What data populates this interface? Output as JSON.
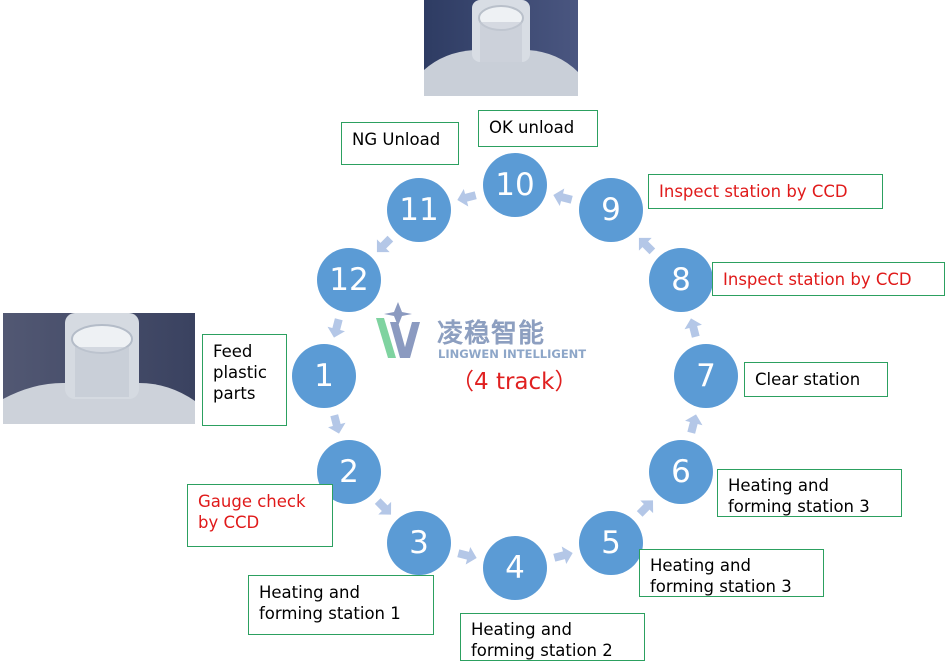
{
  "brand": {
    "name_cn": "凌稳智能",
    "name_en": "LINGWEN INTELLIGENT",
    "track_note": "（4 track）"
  },
  "stations": [
    {
      "number": "1",
      "label": "Feed\nplastic\nparts",
      "color": "#000000"
    },
    {
      "number": "2",
      "label": "Gauge check\nby CCD",
      "color": "#e01a1a"
    },
    {
      "number": "3",
      "label": "Heating and\nforming station 1",
      "color": "#000000"
    },
    {
      "number": "4",
      "label": "Heating and\nforming station 2",
      "color": "#000000"
    },
    {
      "number": "5",
      "label": "Heating and\nforming station 3",
      "color": "#000000"
    },
    {
      "number": "6",
      "label": "Heating and\nforming station 3",
      "color": "#000000"
    },
    {
      "number": "7",
      "label": "Clear station",
      "color": "#000000"
    },
    {
      "number": "8",
      "label": "Inspect station by CCD",
      "color": "#e01a1a"
    },
    {
      "number": "9",
      "label": "Inspect station by CCD",
      "color": "#e01a1a"
    },
    {
      "number": "10",
      "label": "OK unload",
      "color": "#000000"
    },
    {
      "number": "11",
      "label": "NG Unload",
      "color": "#000000"
    },
    {
      "number": "12",
      "label": "",
      "color": "#000000"
    }
  ],
  "colors": {
    "circle": "#5b9bd5",
    "arrow": "#b4c7e7",
    "box_border": "#2ca060",
    "accent_red": "#e01a1a"
  },
  "icons": {
    "logo": "lingwen-logo-icon",
    "photo_top": "plastic-part-photo",
    "photo_left": "plastic-part-photo"
  }
}
